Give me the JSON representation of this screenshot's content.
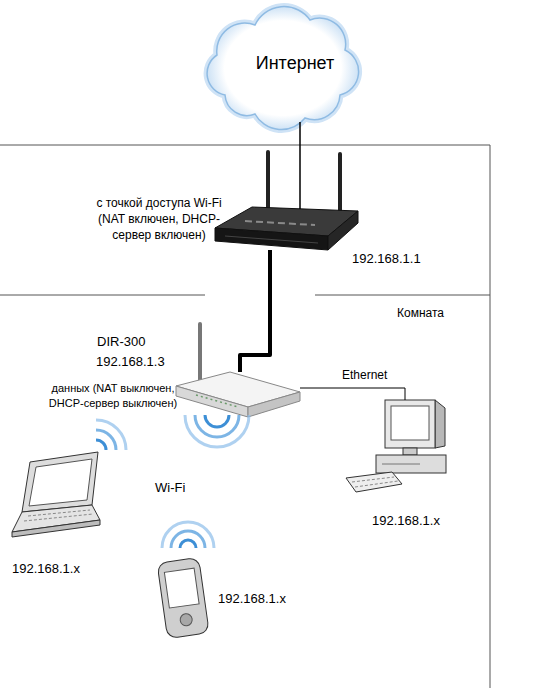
{
  "diagram": {
    "nodes": [
      {
        "text": [
          "Интернет"
        ]
      },
      {
        "text": [
          "с точкой доступа Wi-Fi (NAT включен, DHCP-сервер включен)",
          "192.168.1.1"
        ]
      },
      {
        "text": [
          "Комната"
        ]
      },
      {
        "text": [
          "DIR-300",
          "192.168.1.3",
          "данных (NAT выключен, DHCP-сервер выключен)"
        ],
        "in": 2
      },
      {
        "text": [
          "192.168.1.x"
        ],
        "in": 2
      },
      {
        "text": [
          "192.168.1.x"
        ],
        "in": 2
      },
      {
        "text": [
          "192.168.1.x"
        ],
        "in": 2
      }
    ],
    "edges": [
      {
        "from": 0,
        "to": 1,
        "arrow": "none"
      },
      {
        "from": 1,
        "to": 3,
        "arrow": "none"
      },
      {
        "from": 3,
        "to": 4,
        "label": "Ethernet",
        "arrow": "none"
      }
    ],
    "labels": [
      "Wi-Fi"
    ]
  }
}
